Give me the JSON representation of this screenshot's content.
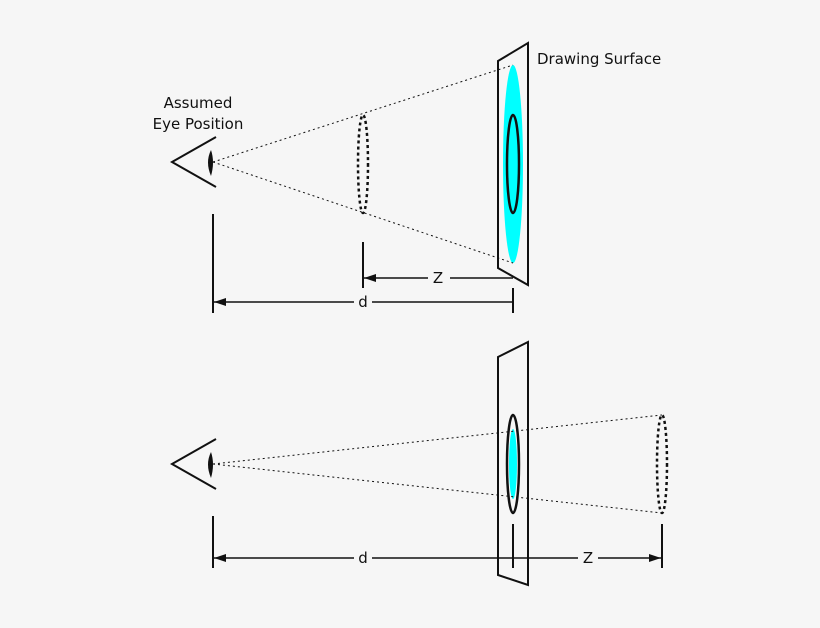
{
  "labels": {
    "drawing_surface": "Drawing Surface",
    "eye_line1": "Assumed",
    "eye_line2": "Eye Position",
    "top_z": "Z",
    "top_d": "d",
    "bottom_d": "d",
    "bottom_z": "Z"
  },
  "colors": {
    "ink": "#111111",
    "projection": "#00ffff",
    "background": "#f6f6f6"
  },
  "icons": {
    "eye": "eye-icon"
  }
}
